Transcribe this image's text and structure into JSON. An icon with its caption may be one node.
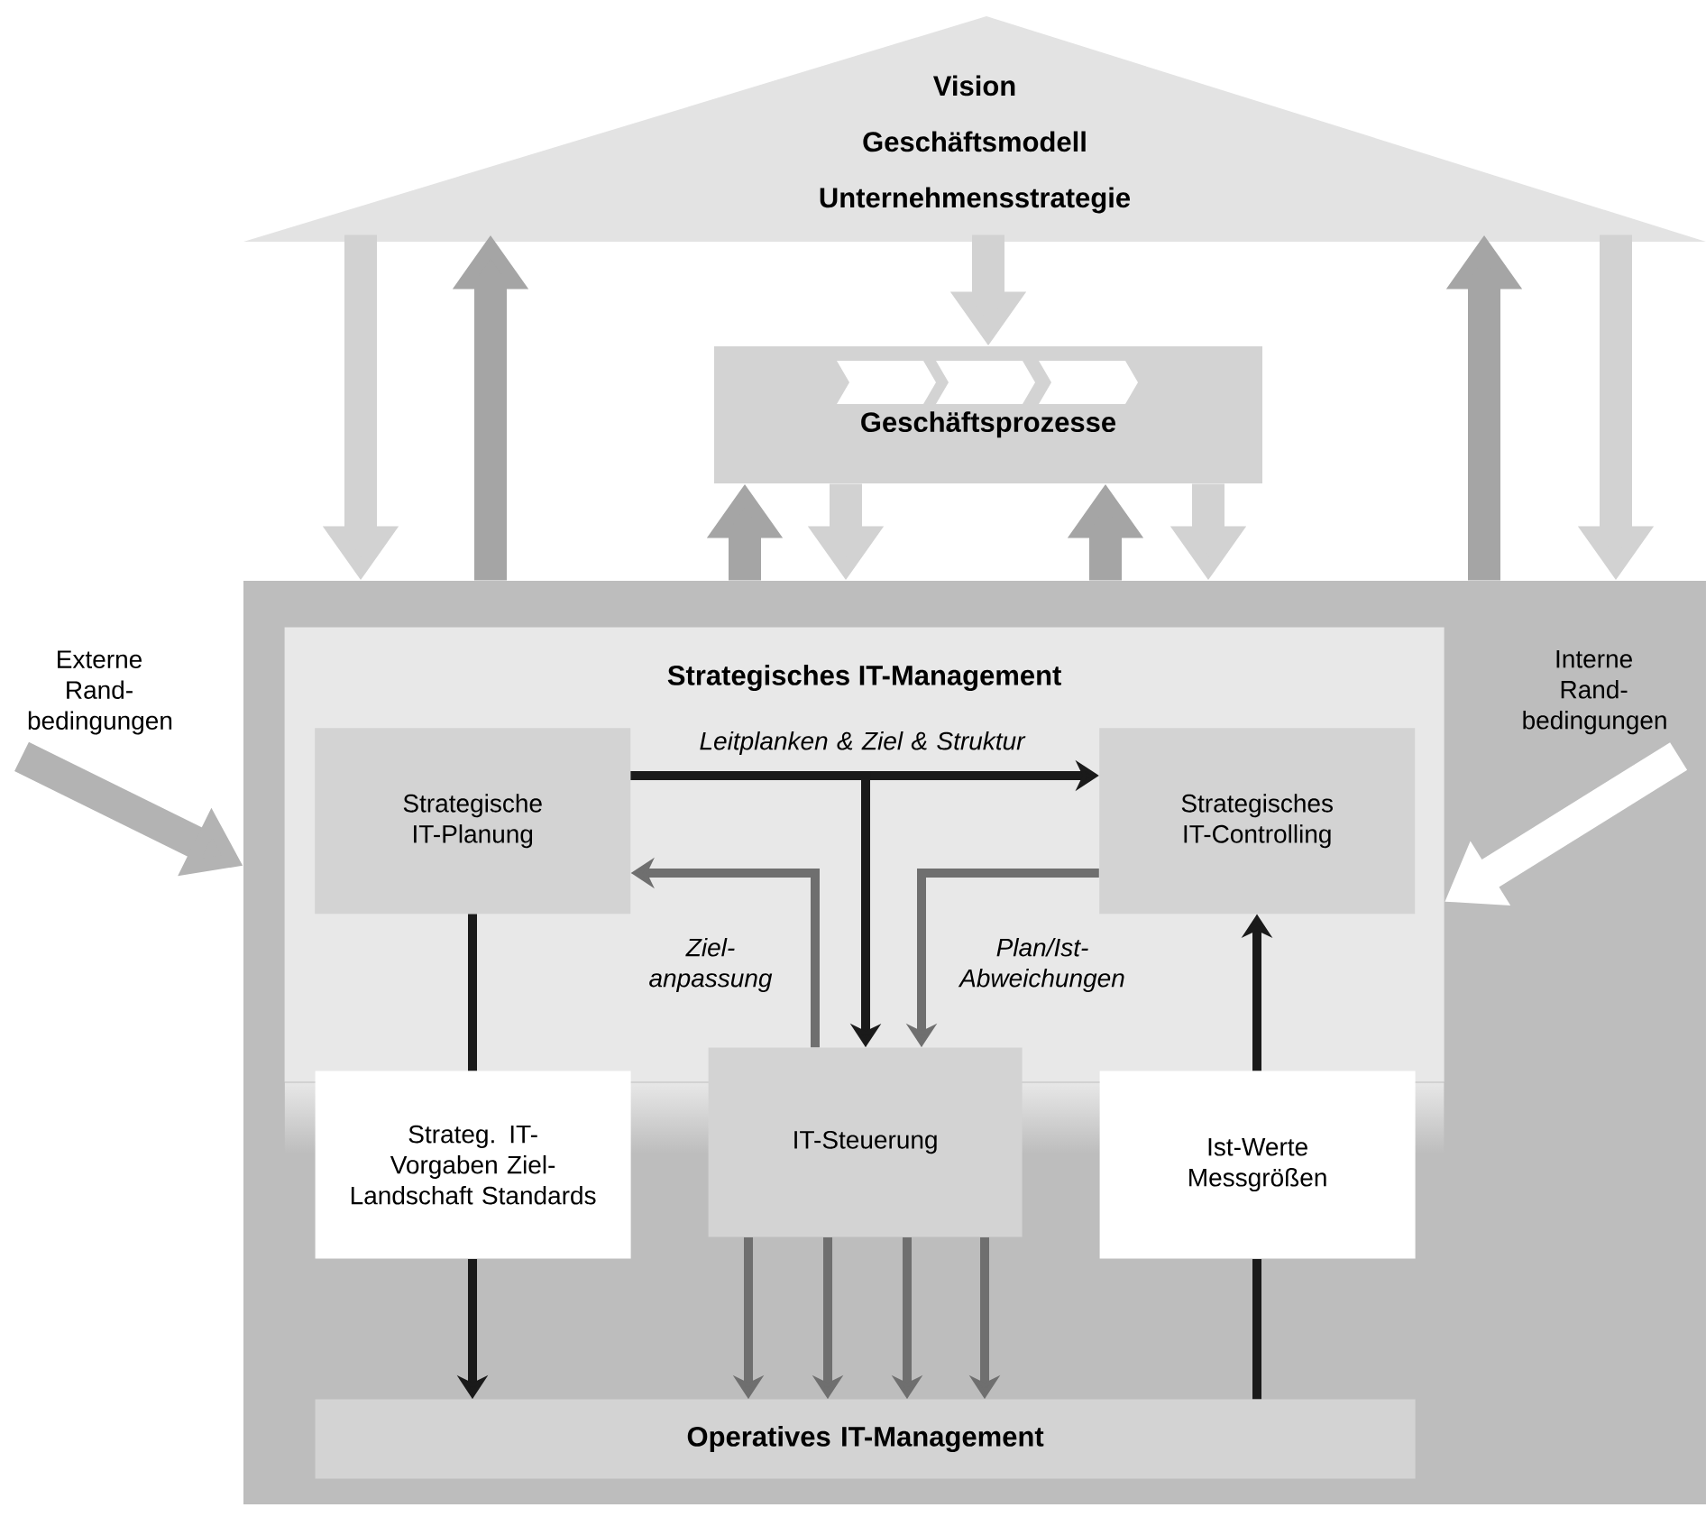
{
  "diagram": {
    "nodes": [
      {
        "text": [
          "Vision",
          "Geschäftsmodell",
          "Unternehmensstrategie"
        ]
      },
      {
        "text": [
          "Geschäftsprozesse"
        ]
      },
      {
        "text": [],
        "shape": "box"
      },
      {
        "text": [
          "Strategisches IT-Management"
        ],
        "in": 2
      },
      {
        "text": [
          "Strategische IT-Planung"
        ],
        "in": 3
      },
      {
        "text": [
          "Strategisches IT-Controlling"
        ],
        "in": 3
      },
      {
        "text": [
          "Strateg. IT-Vorgaben Ziel-Landschaft Standards"
        ],
        "in": 2
      },
      {
        "text": [
          "IT-Steuerung"
        ],
        "in": 2
      },
      {
        "text": [
          "Ist-Werte Messgrößen"
        ],
        "in": 2
      },
      {
        "text": [
          "Operatives IT-Management"
        ],
        "in": 2
      },
      {
        "text": [
          "Externe Rand- bedingungen"
        ]
      },
      {
        "text": [
          "Interne Rand- bedingungen"
        ],
        "in": 2
      }
    ],
    "edges": [
      {
        "from": 0,
        "to": 2,
        "arrow": "to",
        "style": "thick",
        "color": "#d2d2d2"
      },
      {
        "from": 2,
        "to": 0,
        "arrow": "to",
        "style": "thick",
        "color": "#a5a5a5"
      },
      {
        "from": 0,
        "to": 1,
        "arrow": "to",
        "style": "thick",
        "color": "#d2d2d2"
      },
      {
        "from": 2,
        "to": 1,
        "arrow": "to",
        "style": "thick",
        "color": "#a5a5a5"
      },
      {
        "from": 1,
        "to": 2,
        "arrow": "to",
        "style": "thick",
        "color": "#d2d2d2"
      },
      {
        "from": 2,
        "to": 1,
        "arrow": "to",
        "style": "thick",
        "color": "#a5a5a5"
      },
      {
        "from": 1,
        "to": 2,
        "arrow": "to",
        "style": "thick",
        "color": "#d2d2d2"
      },
      {
        "from": 2,
        "to": 0,
        "arrow": "to",
        "style": "thick",
        "color": "#a5a5a5"
      },
      {
        "from": 0,
        "to": 2,
        "arrow": "to",
        "style": "thick",
        "color": "#d2d2d2"
      },
      {
        "from": 10,
        "to": 2,
        "arrow": "to",
        "style": "thick",
        "color": "#b3b3b3"
      },
      {
        "from": 11,
        "to": 3,
        "arrow": "to",
        "style": "thick",
        "color": "#ffffff"
      },
      {
        "from": 4,
        "to": 5,
        "arrow": "to",
        "label": "Leitplanken & Ziel & Struktur",
        "color": "#1a1a1a"
      },
      {
        "from": 4,
        "to": 7,
        "arrow": "to",
        "color": "#1a1a1a"
      },
      {
        "from": 7,
        "to": 4,
        "arrow": "to",
        "label": "Ziel- anpassung",
        "color": "#6f6f6f"
      },
      {
        "from": 5,
        "to": 7,
        "arrow": "to",
        "label": "Plan/Ist- Abweichungen",
        "color": "#6f6f6f"
      },
      {
        "from": 4,
        "to": 6,
        "arrow": "none",
        "color": "#1a1a1a"
      },
      {
        "from": 6,
        "to": 9,
        "arrow": "to",
        "color": "#1a1a1a"
      },
      {
        "from": 9,
        "to": 8,
        "arrow": "none",
        "color": "#1a1a1a"
      },
      {
        "from": 8,
        "to": 5,
        "arrow": "to",
        "color": "#1a1a1a"
      },
      {
        "from": 7,
        "to": 9,
        "arrow": "to",
        "color": "#6f6f6f"
      },
      {
        "from": 7,
        "to": 9,
        "arrow": "to",
        "color": "#6f6f6f"
      },
      {
        "from": 7,
        "to": 9,
        "arrow": "to",
        "color": "#6f6f6f"
      },
      {
        "from": 7,
        "to": 9,
        "arrow": "to",
        "color": "#6f6f6f"
      }
    ]
  }
}
